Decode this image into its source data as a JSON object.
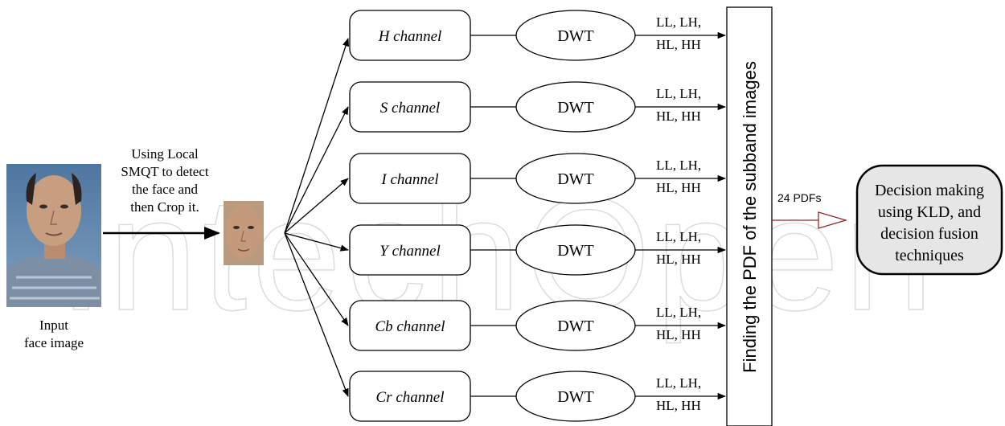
{
  "input": {
    "label_line1": "Input",
    "label_line2": "face image"
  },
  "detect_step": {
    "lines": [
      "Using Local",
      "SMQT to detect",
      "the face and",
      "then Crop it."
    ]
  },
  "channels": [
    {
      "name": "H channel"
    },
    {
      "name": "S channel"
    },
    {
      "name": "I channel"
    },
    {
      "name": "Y channel"
    },
    {
      "name": "Cb channel"
    },
    {
      "name": "Cr channel"
    }
  ],
  "dwt_label": "DWT",
  "subbands": {
    "line1": "LL, LH,",
    "line2": "HL, HH"
  },
  "pdf_block": {
    "label": "Finding the PDF of the subband images"
  },
  "pdf_count_label": "24 PDFs",
  "decision": {
    "lines": [
      "Decision making",
      "using KLD, and",
      "decision fusion",
      "techniques"
    ]
  },
  "watermark": {
    "text": "IntechOpen"
  },
  "colors": {
    "stroke": "#000000",
    "arrow_to_decision": "#8b2a2a",
    "decision_fill": "#e6e6e6",
    "watermark": "#d9d9d9",
    "photo_background": "#6a8fb0",
    "skin": "#c79f80",
    "shirt": "#7d8fa5"
  }
}
